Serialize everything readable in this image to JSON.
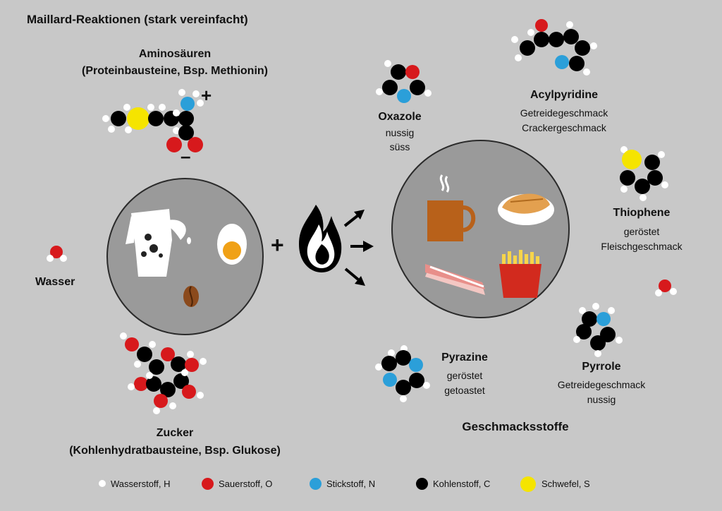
{
  "title": "Maillard-Reaktionen (stark vereinfacht)",
  "amino": {
    "name": "Aminosäuren",
    "desc": "(Proteinbausteine, Bsp. Methionin)",
    "plus": "+",
    "minus": "–"
  },
  "water": {
    "name": "Wasser"
  },
  "sugar": {
    "name": "Zucker",
    "desc": "(Kohlenhydratbausteine, Bsp. Glukose)"
  },
  "plus_sign": "+",
  "products": {
    "oxazole": {
      "name": "Oxazole",
      "lines": [
        "nussig",
        "süss"
      ]
    },
    "acylpyridine": {
      "name": "Acylpyridine",
      "lines": [
        "Getreidegeschmack",
        "Crackergeschmack"
      ]
    },
    "thiophene": {
      "name": "Thiophene",
      "lines": [
        "geröstet",
        "Fleischgeschmack"
      ]
    },
    "pyrazine": {
      "name": "Pyrazine",
      "lines": [
        "geröstet",
        "getoastet"
      ]
    },
    "pyrrole": {
      "name": "Pyrrole",
      "lines": [
        "Getreidegeschmack",
        "nussig"
      ]
    }
  },
  "geschmack_label": "Geschmacksstoffe",
  "legend": [
    {
      "label": "Wasserstoff, H",
      "color": "#ffffff"
    },
    {
      "label": "Sauerstoff, O",
      "color": "#d7191c"
    },
    {
      "label": "Stickstoff, N",
      "color": "#2b9fd9"
    },
    {
      "label": "Kohlenstoff, C",
      "color": "#000000"
    },
    {
      "label": "Schwefel, S",
      "color": "#f5e400"
    }
  ]
}
